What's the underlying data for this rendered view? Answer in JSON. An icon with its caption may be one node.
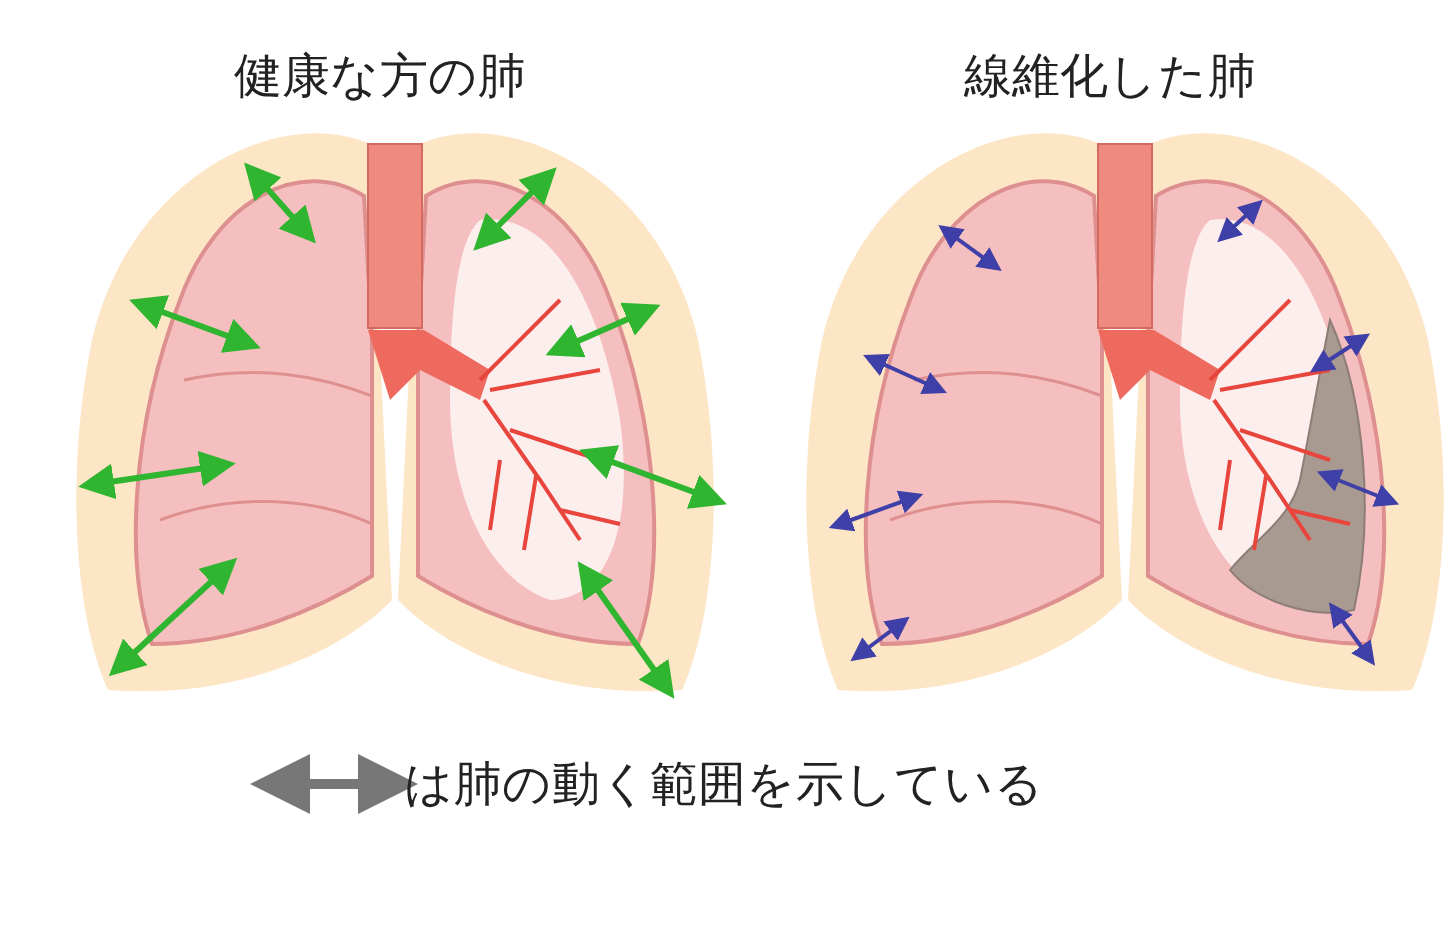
{
  "diagram": {
    "labels": [
      "健康な方の肺",
      "線維化した肺"
    ],
    "legend": [
      {
        "text": "は肺の動く範囲を示している"
      }
    ]
  }
}
